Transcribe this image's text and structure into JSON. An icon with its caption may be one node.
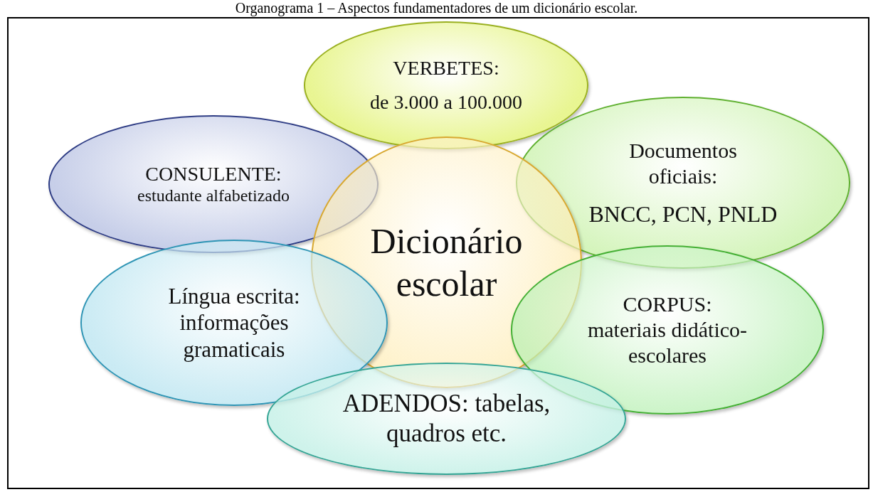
{
  "diagram": {
    "title": "Organograma 1 – Aspectos fundamentadores de um dicionário escolar.",
    "nodes": [
      {
        "text": [
          "VERBETES:",
          "de 3.000 a 100.000"
        ]
      },
      {
        "text": [
          "CONSULENTE:",
          "estudante alfabetizado"
        ]
      },
      {
        "text": [
          "Documentos oficiais:",
          "BNCC, PCN, PNLD"
        ]
      },
      {
        "text": [
          "Dicionário escolar"
        ]
      },
      {
        "text": [
          "Língua escrita: informações gramaticais"
        ]
      },
      {
        "text": [
          "CORPUS: materiais didático-escolares"
        ]
      },
      {
        "text": [
          "ADENDOS: tabelas, quadros etc."
        ]
      }
    ],
    "edges": []
  }
}
